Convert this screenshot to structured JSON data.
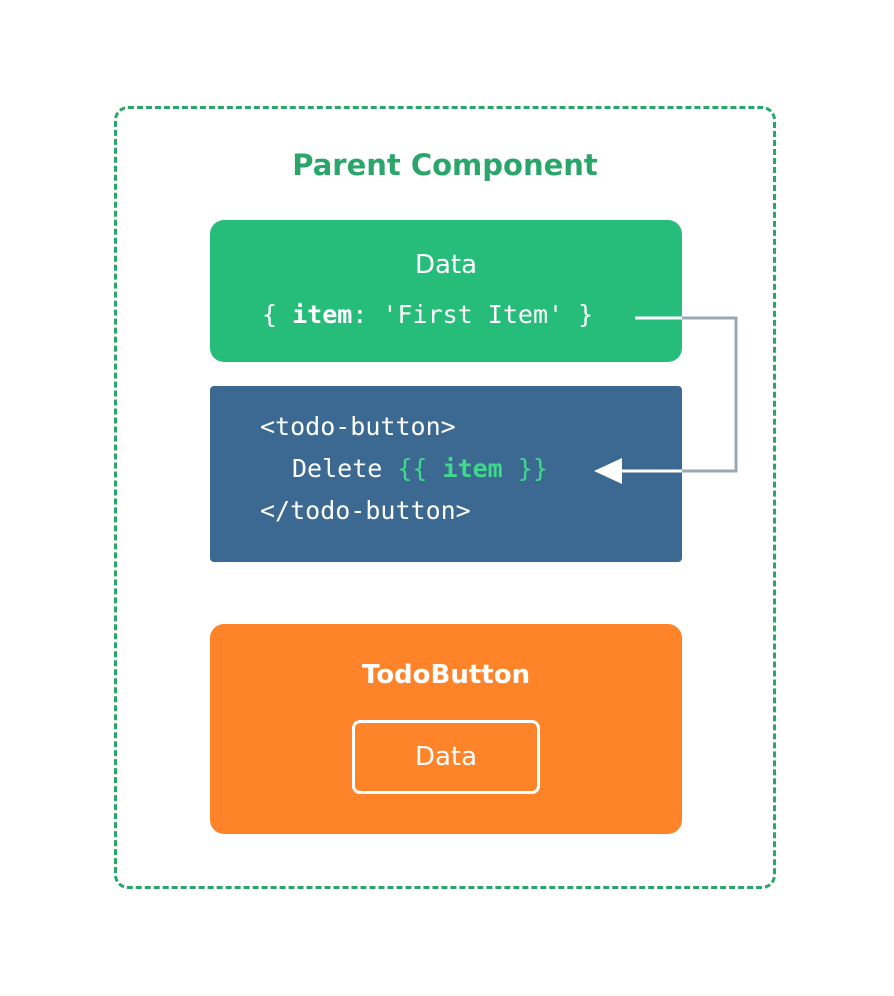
{
  "diagram": {
    "parent": {
      "title": "Parent Component"
    },
    "data_box": {
      "title": "Data",
      "code": {
        "open": "{ ",
        "key": "item",
        "rest": ": 'First Item' }"
      }
    },
    "template_box": {
      "line1": "<todo-button>",
      "line2_prefix": "Delete ",
      "line2_open": "{{ ",
      "line2_var": "item",
      "line2_close": " }}",
      "line3": "</todo-button>"
    },
    "todo_box": {
      "title": "TodoButton",
      "data_label": "Data"
    }
  },
  "colors": {
    "parent_border": "#2aa66a",
    "data_box": "#25bd79",
    "template_box": "#3c6991",
    "todo_box": "#ff8429",
    "connector_gray": "#9aa8b4",
    "mustache_green": "#3ed98b"
  }
}
